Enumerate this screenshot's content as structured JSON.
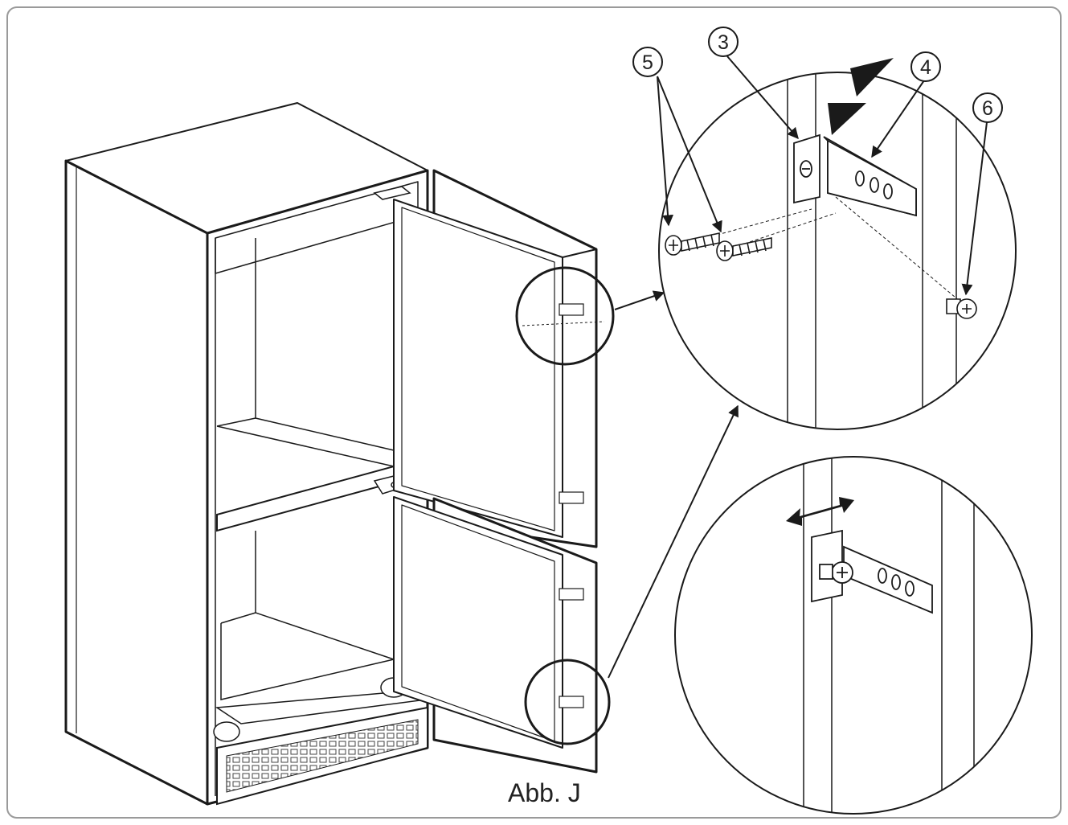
{
  "figure": {
    "caption": "Abb. J",
    "callouts": [
      {
        "id": "callout-3",
        "label": "3"
      },
      {
        "id": "callout-4",
        "label": "4"
      },
      {
        "id": "callout-5",
        "label": "5"
      },
      {
        "id": "callout-6",
        "label": "6"
      }
    ]
  },
  "colors": {
    "line": "#1a1a1a",
    "frame_border": "#9a9a9a",
    "background": "#ffffff"
  }
}
